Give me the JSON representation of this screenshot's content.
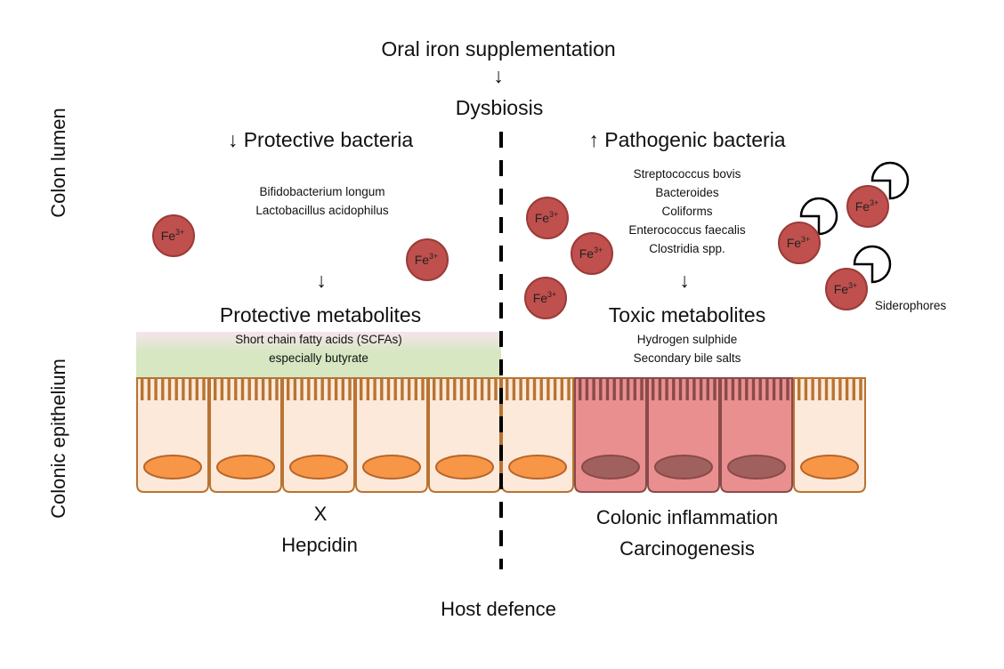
{
  "title": "Oral iron supplementation",
  "arrow_down": "↓",
  "arrow_up": "↑",
  "dysbiosis": "Dysbiosis",
  "side_labels": {
    "lumen": "Colon lumen",
    "epithelium": "Colonic epithelium"
  },
  "left": {
    "heading": "↓ Protective bacteria",
    "bacteria": [
      "Bifidobacterium longum",
      "Lactobacillus acidophilus"
    ],
    "arrow": "↓",
    "metabolites_heading": "Protective metabolites",
    "metabolites": [
      "Short chain fatty acids (SCFAs)",
      "especially butyrate"
    ],
    "outcome_mark": "X",
    "outcome": "Hepcidin"
  },
  "right": {
    "heading": "↑ Pathogenic bacteria",
    "bacteria": [
      "Streptococcus bovis",
      "Bacteroides",
      "Coliforms",
      "Enterococcus faecalis",
      "Clostridia spp."
    ],
    "arrow": "↓",
    "metabolites_heading": "Toxic metabolites",
    "metabolites": [
      "Hydrogen sulphide",
      "Secondary bile salts"
    ],
    "outcomes": [
      "Colonic inflammation",
      "Carcinogenesis"
    ]
  },
  "iron_label": "Fe",
  "iron_charge": "3+",
  "siderophores_label": "Siderophores",
  "footer": "Host defence",
  "colors": {
    "iron_fill": "#c0504d",
    "iron_stroke": "#9a3b38",
    "cell_fill": "#fde9d9",
    "cell_stroke": "#b87333",
    "nucleus_fill": "#f79646",
    "nucleus_stroke": "#b8652a",
    "inflamed_fill": "#e98f8f",
    "inflamed_stroke": "#8a4a4a",
    "inflamed_nucleus": "#a0605e",
    "metabolite_band_top": "#f6e4ec",
    "metabolite_band_bottom": "#d6e7c2"
  },
  "epithelium": {
    "cell_count": 10,
    "inflamed_cells": [
      6,
      7,
      8
    ]
  }
}
